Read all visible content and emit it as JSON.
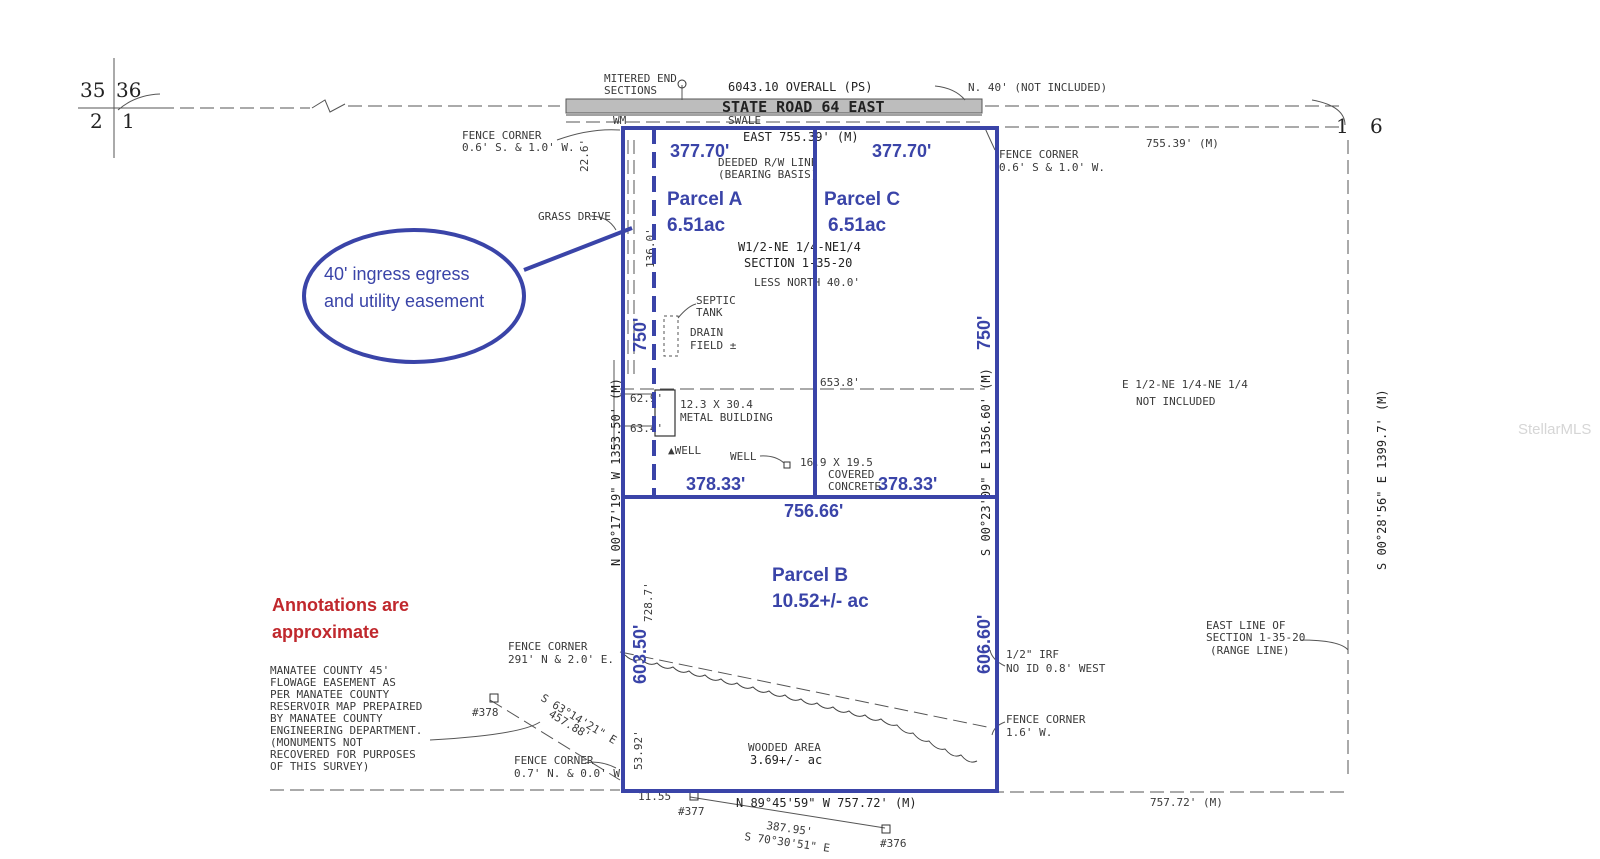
{
  "survey": {
    "section_corner": {
      "top_left": "35",
      "top_right": "36",
      "bottom_left": "2",
      "bottom_right": "1"
    },
    "section_corner_right": {
      "left": "1",
      "right": "6"
    },
    "mitered": "MITERED END",
    "sections_word": "SECTIONS",
    "overall": "6043.10 OVERALL (PS)",
    "north_not_included": "N. 40' (NOT INCLUDED)",
    "road": "STATE ROAD 64 EAST",
    "swale": "SWALE",
    "wm_label": "WM",
    "fence_corner": "FENCE CORNER",
    "fence_nw_offset": "0.6' S. & 1.0' W.",
    "fence_ne_offset": "0.6' S & 1.0' W.",
    "east_bearing": "EAST  755.39' (M)",
    "east_right": "755.39' (M)",
    "offset_22": "22.6'",
    "deeded_line1": "DEEDED R/W LINE",
    "deeded_line2": "(BEARING BASIS)",
    "grass_drive": "GRASS DRIVE",
    "desc_line1": "W1/2-NE 1/4-NE1/4",
    "desc_line2": "SECTION 1-35-20",
    "desc_line3": "LESS NORTH 40.0'",
    "septic1": "SEPTIC",
    "septic2": "TANK",
    "drain1": "DRAIN",
    "drain2": "FIELD ±",
    "dim_62": "62.9'",
    "dim_63": "63.4'",
    "dim_653": "653.8'",
    "dim_136": "136.0'",
    "metal1": "12.3 X 30.4",
    "metal2": "METAL BUILDING",
    "well_a": "▲WELL",
    "well_b": "WELL",
    "covered1": "16.9 X 19.5",
    "covered2": "COVERED",
    "covered3": "CONCRETE",
    "west_bearing": "N 00°17'19\" W  1353.50' (M)",
    "east_bearing_side": "S 00°23'09\" E  1356.60' (M)",
    "far_east_bearing": "S 00°28'56\" E  1399.7' (M)",
    "east_half1": "E 1/2-NE 1/4-NE 1/4",
    "east_half2": "NOT INCLUDED",
    "east_line1": "EAST LINE OF",
    "east_line2": "SECTION 1-35-20",
    "east_line3": "(RANGE LINE)",
    "fence_sw1": "FENCE CORNER",
    "fence_sw2": "291' N & 2.0' E.",
    "dim_728": "728.7'",
    "irf1": "1/2\" IRF",
    "irf2": "NO ID 0.8' WEST",
    "fence_se1": "FENCE CORNER",
    "fence_se2": "1.6' W.",
    "manatee": [
      "MANATEE COUNTY 45'",
      "FLOWAGE EASEMENT AS",
      "PER MANATEE COUNTY",
      "RESERVOIR MAP PREPAIRED",
      "BY MANATEE COUNTY",
      "ENGINEERING DEPARTMENT.",
      "(MONUMENTS NOT",
      "RECOVERED FOR PURPOSES",
      "OF THIS SURVEY)"
    ],
    "mon_378": "#378",
    "diag_bearing": "S 63°14'21\" E",
    "diag_dist": "457.88'",
    "fence_bl1": "FENCE CORNER",
    "fence_bl2": "0.7' N. & 0.0' W.",
    "dim_5392": "53.92'",
    "dim_1155": "11.55",
    "mon_377": "#377",
    "south_bearing": "N 89°45'59\" W   757.72' (M)",
    "south_right": "757.72' (M)",
    "lower_dist": "387.95'",
    "lower_bearing": "S 70°30'51\" E",
    "mon_376": "#376",
    "wooded1": "WOODED AREA",
    "wooded2": "3.69+/- ac"
  },
  "annotations": {
    "top_a": "377.70'",
    "top_c": "377.70'",
    "parcel_a_name": "Parcel A",
    "parcel_a_area": "6.51ac",
    "parcel_c_name": "Parcel C",
    "parcel_c_area": "6.51ac",
    "side_a": "750'",
    "side_c": "750'",
    "mid_a": "378.33'",
    "mid_c": "378.33'",
    "mid_total": "756.66'",
    "parcel_b_name": "Parcel B",
    "parcel_b_area": "10.52+/- ac",
    "side_b_left": "603.50'",
    "side_b_right": "606.60'",
    "easement_line1": "40' ingress egress",
    "easement_line2": "and utility easement",
    "note_line1": "Annotations are",
    "note_line2": "approximate"
  },
  "watermark": "StellarMLS",
  "colors": {
    "annotation": "#3a44a8",
    "note": "#c0282d",
    "linework": "#555555"
  }
}
